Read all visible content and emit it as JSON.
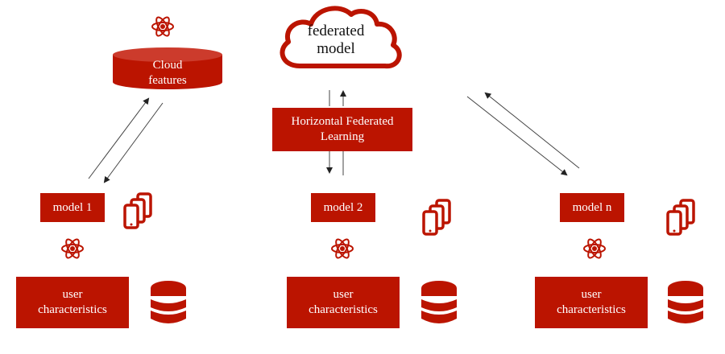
{
  "colors": {
    "accent": "#bb1400",
    "arrow": "#333333",
    "text_on_accent": "#ffffff"
  },
  "cloud": {
    "line1": "federated",
    "line2": "model"
  },
  "cloud_features": {
    "line1": "Cloud",
    "line2": "features"
  },
  "hfl": {
    "line1": "Horizontal Federated",
    "line2": "Learning"
  },
  "clients": [
    {
      "model_label": "model 1",
      "uc_line1": "user",
      "uc_line2": "characteristics"
    },
    {
      "model_label": "model 2",
      "uc_line1": "user",
      "uc_line2": "characteristics"
    },
    {
      "model_label": "model n",
      "uc_line1": "user",
      "uc_line2": "characteristics"
    }
  ],
  "icons": {
    "atom": "atom-icon",
    "phones": "mobile-devices-icon",
    "database": "database-icon",
    "cloud": "cloud-icon",
    "cylinder": "cylinder-icon"
  }
}
